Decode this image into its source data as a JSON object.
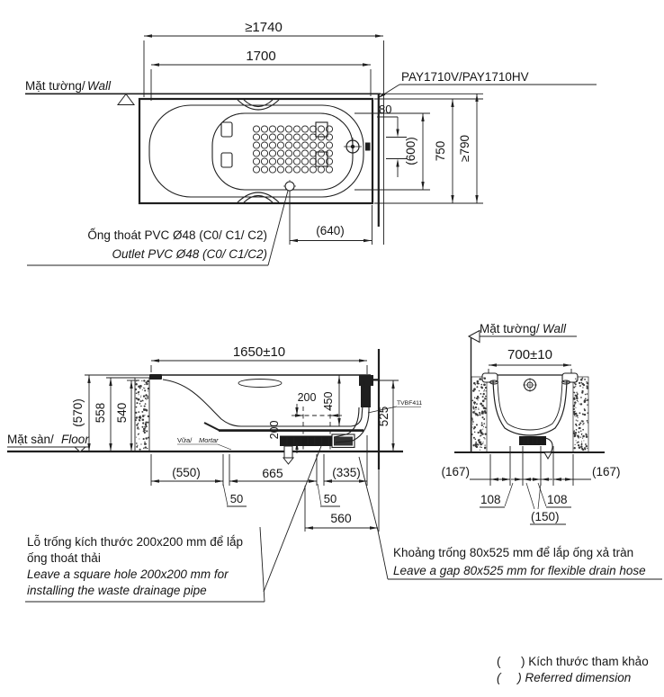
{
  "top_view": {
    "dim_niche_length": "≥1740",
    "dim_tub_length": "1700",
    "wall_label_vi": "Mặt tường/",
    "wall_label_en": "Wall",
    "model_label": "PAY1710V/PAY1710HV",
    "dim_gap_80": "80",
    "dim_inner_width": "(600)",
    "dim_tub_width": "750",
    "dim_niche_width": "≥790",
    "dim_drain_offset": "(640)",
    "outlet_note_vi": "Ống thoát PVC Ø48 (C0/ C1/ C2)",
    "outlet_note_en": "Outlet PVC Ø48 (C0/ C1/C2)"
  },
  "side_view": {
    "dim_length": "1650±10",
    "dim_height_total": "(570)",
    "dim_height_rim": "558",
    "dim_height_support": "540",
    "floor_label_vi": "Mặt sàn/",
    "floor_label_en": "Floor",
    "mortar_label_vi": "Vữa/",
    "mortar_label_en": "Mortar",
    "dim_hole_width": "200",
    "dim_depth": "450",
    "dim_hole_height": "200",
    "dim_overflow_height": "525",
    "part_code": "TVBF411",
    "dim_550": "(550)",
    "dim_665": "665",
    "dim_50_left": "50",
    "dim_50_right": "50",
    "dim_335": "(335)",
    "dim_560": "560"
  },
  "end_view": {
    "wall_label_vi": "Mặt tường/",
    "wall_label_en": "Wall",
    "dim_width": "700±10",
    "dim_167_left": "(167)",
    "dim_108_left": "108",
    "dim_150": "(150)",
    "dim_108_right": "108",
    "dim_167_right": "(167)"
  },
  "notes": {
    "hole_note_vi_1": "Lỗ trống kích thước 200x200 mm để lắp",
    "hole_note_vi_2": "ống thoát thải",
    "hole_note_en_1": "Leave a square hole  200x200 mm for",
    "hole_note_en_2": "installing the waste drainage pipe",
    "gap_note_vi": "Khoảng trống 80x525 mm để lắp ống xả tràn",
    "gap_note_en": "Leave a gap 80x525 mm for flexible drain hose"
  },
  "legend": {
    "referred_vi": "(      ) Kích thước tham khảo",
    "referred_en": "(     ) Referred dimension"
  }
}
